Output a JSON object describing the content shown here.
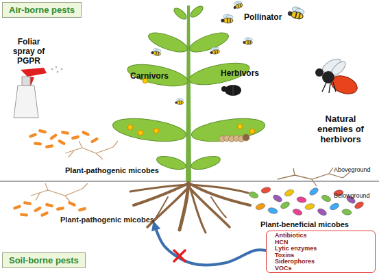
{
  "diagram": {
    "nodes": [
      {
        "text": [
          "Air-borne pests"
        ]
      },
      {
        "text": [
          "Plant-pathogenic micobes"
        ]
      },
      {
        "text": [
          "Antibiotics",
          "HCN",
          "Lytic enzymes",
          "Toxins",
          "Siderophores",
          "VOCs"
        ]
      },
      {
        "text": [
          "Soil-borne pests"
        ]
      }
    ],
    "edges": [
      {
        "from": 2,
        "to": 1,
        "arrow": "to"
      }
    ],
    "labels": [
      "Pollinator",
      "Foliar spray of PGPR",
      "Carnivors",
      "Herbivors",
      "Natural enemies of herbivors",
      "Plant-pathogenic micobes",
      "Aboveground",
      "Belowground",
      "Plant-beneficial micobes"
    ]
  }
}
